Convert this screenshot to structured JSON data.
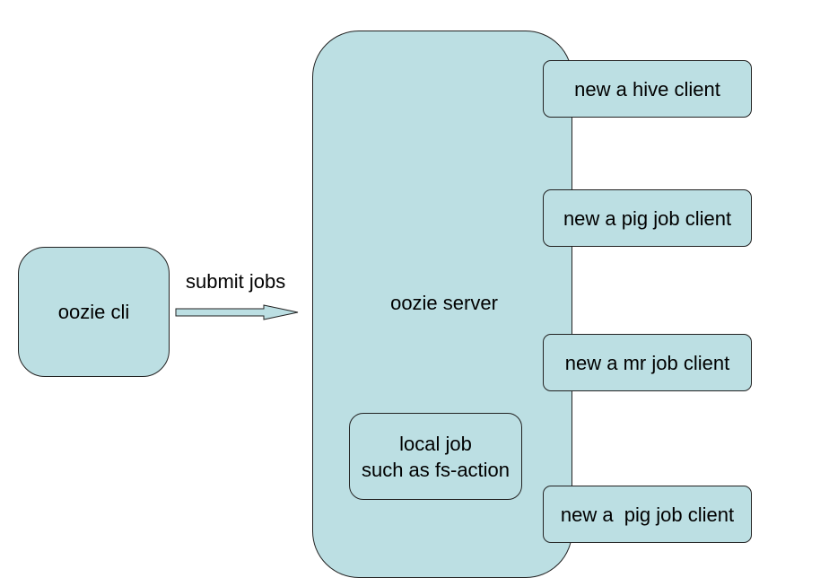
{
  "diagram": {
    "nodes": {
      "cli": {
        "label": "oozie cli"
      },
      "server": {
        "label": "oozie server"
      },
      "local_job": {
        "label": "local job\nsuch as fs-action"
      },
      "clients": [
        {
          "label": "new a hive client"
        },
        {
          "label": "new a pig job client"
        },
        {
          "label": "new a mr job client"
        },
        {
          "label": "new a  pig job client"
        }
      ]
    },
    "edges": [
      {
        "from": "cli",
        "to": "server",
        "label": "submit jobs"
      }
    ],
    "colors": {
      "node_fill": "#bcdfe3",
      "node_border": "#222222",
      "text": "#000000",
      "background": "#ffffff"
    }
  }
}
